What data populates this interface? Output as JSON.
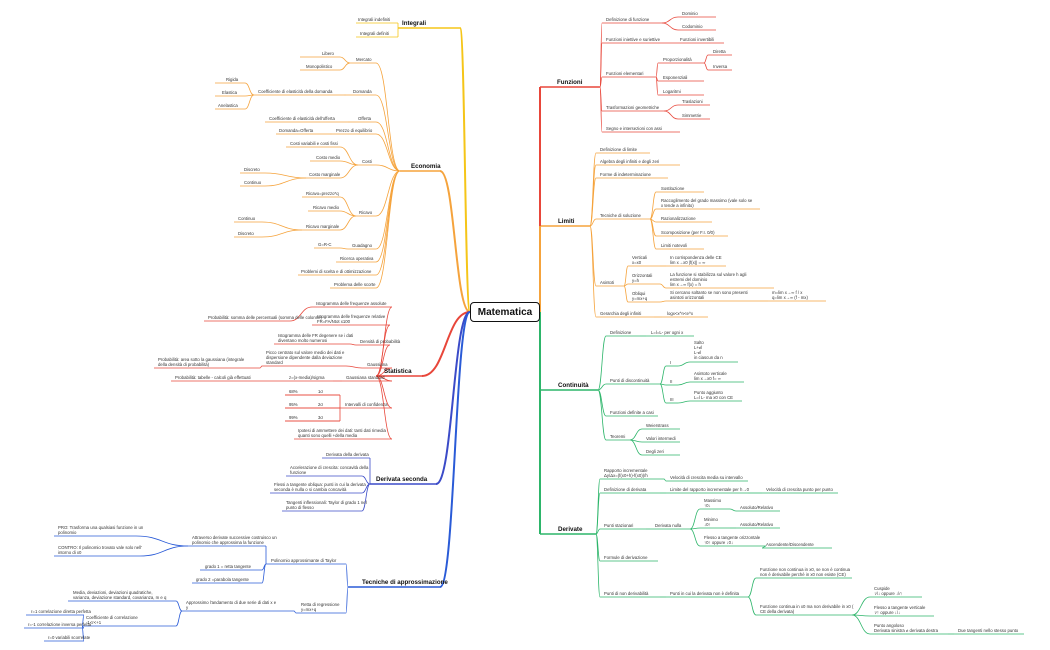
{
  "root": "Matematica",
  "colors": {
    "integrali": "#f5c518",
    "economia": "#f5a33c",
    "statistica": "#e8463a",
    "derivata_seconda": "#3b4bc8",
    "tecniche": "#2a5bd7",
    "funzioni": "#e8463a",
    "limiti": "#f5a33c",
    "continuita": "#2db56a",
    "derivate": "#2db56a"
  },
  "integrali": {
    "title": "Integrali",
    "items": [
      "Integrali indefiniti",
      "Integrali definiti"
    ]
  },
  "economia": {
    "title": "Economia",
    "mercato": "Mercato",
    "libero": "Libero",
    "monopolistico": "Monopolistico",
    "domanda": "Domanda",
    "coeff_domanda": "Coefficiente di elasticità della domanda",
    "rigida": "Rigida",
    "elastica": "Elastica",
    "anelastica": "Anelastica",
    "offerta": "Offerta",
    "coeff_offerta": "Coefficiente di elasticità dell'offerta",
    "prezzo_eq": "Prezzo di equilibrio",
    "dom_off": "Domanda=Offerta",
    "costi": "Costi",
    "costi_var": "Costi variabili e costi fissi",
    "costo_medio": "Costo medio",
    "costo_marginale": "Costo marginale",
    "discreto": "Discreto",
    "continuo": "Continuo",
    "ricavo": "Ricavo",
    "ricavo_formula": "Ricavo=prezzo*q",
    "ricavo_medio": "Ricavo medio",
    "ricavo_marginale": "Ricavo marginale",
    "continuo2": "Continuo",
    "discreto2": "Discreto",
    "guadagno": "Guadagno",
    "grc": "G=R-C",
    "ricerca": "Ricerca operativa",
    "scelta": "Problemi di scelta e di ottimizzazione",
    "scorte": "Problema delle scorte"
  },
  "statistica": {
    "title": "Statistica",
    "istogramma1": "Istogramma delle frequenze assolute",
    "prob_perc": "Probabilità: somma delle percentuali (somma delle colonne)",
    "istogramma2": "Istogramma delle frequenze relative\nFR=FA/Ntot x100",
    "istogramma3": "Istogramma delle FR degenere se i dati\ndiventano molto numerosi",
    "densita": "Densità di probabilità",
    "prob_area": "Probabilità: area sotto la gaussiana (integrale\ndella densità di probabilità)",
    "gaussiana_desc": "Picco centrato sul valore medio dei dati e\ndispersione dipendente dalla deviazione\nstandard",
    "gaussiana": "Gaussiana",
    "prob_tabelle": "Probabilità: tabelle - calcoli già effettuati",
    "std_formula": "z=(x-media)/sigma",
    "gauss_std": "Gaussiana standard",
    "intervalli": "Intervalli di confidenza",
    "ci": [
      {
        "pct": "68%",
        "s": "1σ"
      },
      {
        "pct": "95%",
        "s": "2σ"
      },
      {
        "pct": "99%",
        "s": "3σ"
      }
    ],
    "ipotesi": "Ipotesi di ammettere dei dati: tanti dati rimedia\nquanti sono quelli +della media"
  },
  "derivata_seconda": {
    "title": "Derivata seconda",
    "items": [
      "Derivata della derivata",
      "Accelerazione di crescita: concavità della\nfunzione",
      "Flessi a tangente obliqua: punti in cui la derivata\nseconda è nulla o si cambia concavità",
      "Tangenti inflessionali: Taylor di grado 1 nel\npunto di flesso"
    ]
  },
  "tecniche": {
    "title": "Tecniche di approssimazione",
    "taylor": "Polinomio approssimante di Taylor",
    "attraverso": "Attraverso derivate successive costruisco un\npolinomio che approssima la funzione",
    "pro": "PRO: Trasforma una qualsiasi funzione in un\npolinomio",
    "contro": "CONTRO: Il polinomio trovato vale solo nell'\nintorno di x0",
    "grado1": "grado 1 = retta tangente",
    "grado2": "grado 2 =parabola tangente",
    "retta_reg": "Retta di regressione\ny=mx+q",
    "approssimo": "Approssimo l'andamento di due serie di dati x e\ny",
    "media_dev": "Media, deviazioni, deviazioni quadratiche,\nvarianza, deviazione standard, covarianza, m e q",
    "coeff_corr": "Coefficiente di correlazione\n-1<r<+1",
    "r1": "r=1 correlazione diretta perfetta",
    "rm1": "r=-1 correlazione inversa perfetta",
    "r0": "r=0 variabili scorrelate"
  },
  "funzioni": {
    "title": "Funzioni",
    "definizione": "Definizione di funzione",
    "dominio": "Dominio",
    "codominio": "Codominio",
    "iniettive": "Funzioni iniettive e suriettive",
    "invertibili": "Funzioni invertibili",
    "elementari": "Funzioni elementari",
    "proporzionalita": "Proporzionalità",
    "diretta": "Diretta",
    "inversa": "Inversa",
    "esponenziali": "Esponenziali",
    "logaritmi": "Logaritmi",
    "trasformazioni": "Trasformazioni geometriche",
    "traslazioni": "Traslazioni",
    "simmetrie": "Simmetrie",
    "segno": "Segno e intersezioni con assi"
  },
  "limiti": {
    "title": "Limiti",
    "definizione": "Definizione di limite",
    "algebra": "Algebra degli infiniti e degli zeri",
    "forme": "Forme di indeterminazione",
    "tecniche": "Tecniche di soluzione",
    "sostituzione": "Sostituzione",
    "raccoglimento": "Raccoglimento del grado massimo (vale solo se\nx tende a infinito)",
    "razionalizzazione": "Razionalizzazione",
    "scomposizione": "Scomposizione (per F.I. 0/0)",
    "notevoli": "Limiti notevoli",
    "asintoti": "Asintoti",
    "verticali": "Verticali\nx=x0",
    "verticali_desc": "In corrispondenza delle CE\nlim x→x0 |f(x)| = ∞",
    "orizzontali": "Orizzontali\ny=h",
    "orizzontali_desc": "La funzione si stabilizza sul valore h agli\nestremi del dominio\nlim x→∞ f(x) = h",
    "obliqui": "Obliqui\ny=mx+q",
    "obliqui_desc": "Si cercano soltanto se non sono presenti\nasintoti orizzontali",
    "obliqui_formula": "m=lim x→∞ f / x\nq=lim x→∞ (f - mx)",
    "gerarchia": "Gerarchia degli infiniti",
    "gerarchia_formula": "logx<x^n<e^x"
  },
  "continuita": {
    "title": "Continuità",
    "definizione": "Definizione",
    "def_formula": "L=l=L- per ogni x",
    "discontinuita": "Punti di discontinuità",
    "i": "I",
    "i_desc": "Salto\nL+≠l\nL-≠l\nin ciascun da n",
    "ii": "II",
    "ii_desc": "Asintoto verticale\nlim x→x0 f= ∞",
    "iii": "III",
    "iii_desc": "Punto aggiunto\nL=l L- ma x0 con CE",
    "funzioni_casi": "Funzioni definite a casi",
    "teoremi": "Teoremi",
    "weierstrass": "Weierstrass",
    "valori": "Valori intermedi",
    "zeri": "Degli zeri"
  },
  "derivate": {
    "title": "Derivate",
    "rapporto": "Rapporto incrementale\nΔy/Δx=(f(x0+h)-f(x0))/h",
    "rapporto_desc": "Velocità di crescita media su intervallo",
    "definizione": "Definizione di derivata",
    "definizione_desc": "Limite del rapporto incrementale per h→0",
    "definizione_desc2": "Velocità di crescita punto per punto",
    "stazionari": "Punti stazionari",
    "derivata_nulla": "Derivata nulla",
    "massimo": "Massimo\n↑0↓",
    "ass_rel1": "Assoluto/Relativo",
    "minimo": "Minimo\n↓0↑",
    "ass_rel2": "Assoluto/Relativo",
    "flesso": "Flesso a tangente orizzontale\n↑0↑ oppure ↓0↓",
    "asc_disc": "Ascendente/Discendente",
    "formule": "Formule di derivazione",
    "non_deriv": "Punti di non derivabilità",
    "non_deriv_desc": "Punti in cui la derivata non è definita",
    "caso1": "Funzione non continua in x0, se non è continua\nnon è derivabile perchè in x0 non esiste (CE)",
    "caso2": "Funzione continua in x0 ma non derivabile in x0 (\nCE della derivata)",
    "cuspide": "Cuspide\n↑∕\\↓ oppure ↓\\∕↑",
    "flesso_vert": "Flesso a tangente verticale\n↑∕↑ oppure ↓\\↓",
    "angoloso": "Punto angoloso\nDerivata sinistra ≠ derivata destra",
    "angoloso_desc": "Due tangenti nello stesso punto"
  }
}
